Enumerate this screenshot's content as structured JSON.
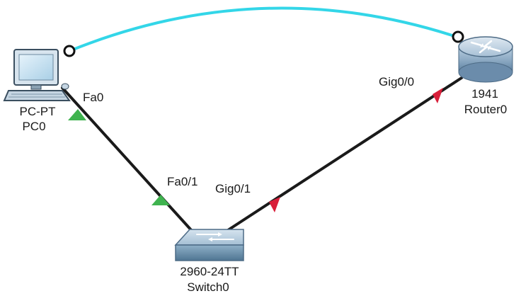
{
  "devices": {
    "pc": {
      "model": "PC-PT",
      "name": "PC0",
      "icon": "pc-icon"
    },
    "switch": {
      "model": "2960-24TT",
      "name": "Switch0",
      "icon": "switch-icon"
    },
    "router": {
      "model": "1941",
      "name": "Router0",
      "icon": "router-icon"
    }
  },
  "interfaces": {
    "pc_fa0": "Fa0",
    "switch_fa01": "Fa0/1",
    "switch_gig01": "Gig0/1",
    "router_gig00": "Gig0/0"
  },
  "links": [
    {
      "from": "PC0",
      "from_port": "Fa0",
      "to": "Switch0",
      "to_port": "Fa0/1",
      "type": "copper-straight-through",
      "status": "up",
      "color": "#1a1a1a"
    },
    {
      "from": "Switch0",
      "from_port": "Gig0/1",
      "to": "Router0",
      "to_port": "Gig0/0",
      "type": "copper-straight-through",
      "status": "down",
      "color": "#1a1a1a"
    },
    {
      "from": "PC0",
      "to": "Router0",
      "type": "console",
      "color": "#33d6e8"
    }
  ],
  "colors": {
    "link_up": "#3fb34f",
    "link_down": "#d81f3a",
    "console_cable": "#33d6e8"
  }
}
